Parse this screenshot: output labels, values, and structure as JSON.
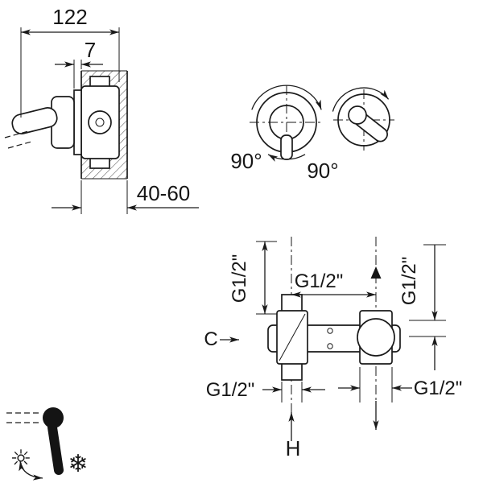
{
  "side_view": {
    "overall_length": "122",
    "plate_thickness": "7",
    "depth_range": "40-60"
  },
  "handle_rotation": {
    "left_angle": "90°",
    "right_angle": "90°"
  },
  "connection_view": {
    "thread_left": "G1/2\"",
    "thread_center": "G1/2\"",
    "thread_right": "G1/2\"",
    "thread_bottom_left": "G1/2\"",
    "thread_bottom_right": "G1/2\"",
    "label_c": "C",
    "label_h": "H"
  },
  "temperature_legend": {
    "hot_icon": "sun",
    "cold_icon": "snowflake",
    "hot_glyph": "☼",
    "cold_glyph": "❄"
  },
  "colors": {
    "line": "#1a1a1a",
    "background": "#ffffff"
  }
}
